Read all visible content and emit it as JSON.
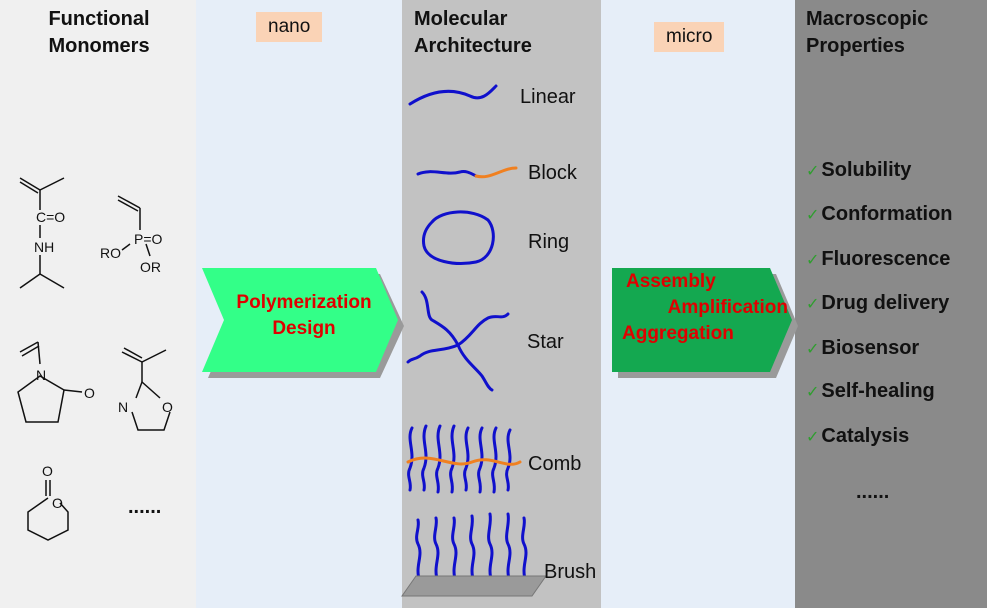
{
  "columns": {
    "monomers": {
      "title_line1": "Functional",
      "title_line2": "Monomers",
      "ellipsis": "......"
    },
    "architecture": {
      "title_line1": "Molecular",
      "title_line2": "Architecture"
    },
    "properties": {
      "title_line1": "Macroscopic",
      "title_line2": "Properties",
      "ellipsis": "......"
    }
  },
  "scale_tags": {
    "nano": "nano",
    "micro": "micro"
  },
  "arrow1": {
    "line1": "Polymerization",
    "line2": "Design",
    "color": "#33ff88"
  },
  "arrow2": {
    "line1": "Assembly",
    "line2": "Amplification",
    "line3": "Aggregation",
    "color": "#14a850"
  },
  "architectures": [
    "Linear",
    "Block",
    "Ring",
    "Star",
    "Comb",
    "Brush"
  ],
  "properties": [
    "Solubility",
    "Conformation",
    "Fluorescence",
    "Drug delivery",
    "Biosensor",
    "Self-healing",
    "Catalysis"
  ],
  "chem_labels": {
    "c_o": "C=O",
    "nh": "NH",
    "p_o": "P=O",
    "ro": "RO",
    "or": "OR",
    "o_lactam": "O",
    "n_ox": "N",
    "o_ox": "O",
    "o_lac_ring": "O",
    "o_lac_carbonyl": "O"
  },
  "colors": {
    "polymer": "#1010cc",
    "block_accent": "#f08020",
    "check": "#2f9e2f",
    "arrow_text": "#e00000"
  }
}
